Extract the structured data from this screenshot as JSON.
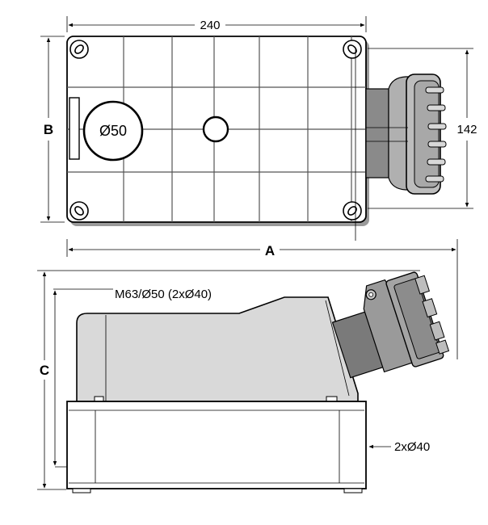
{
  "top_view": {
    "width_label": "240",
    "height_label": "B",
    "depth_label": "142",
    "entry_label": "Ø50"
  },
  "side_view": {
    "length_label": "A",
    "height_label": "C",
    "top_entry_label": "M63/Ø50 (2xØ40)",
    "side_entry_label": "2xØ40"
  }
}
